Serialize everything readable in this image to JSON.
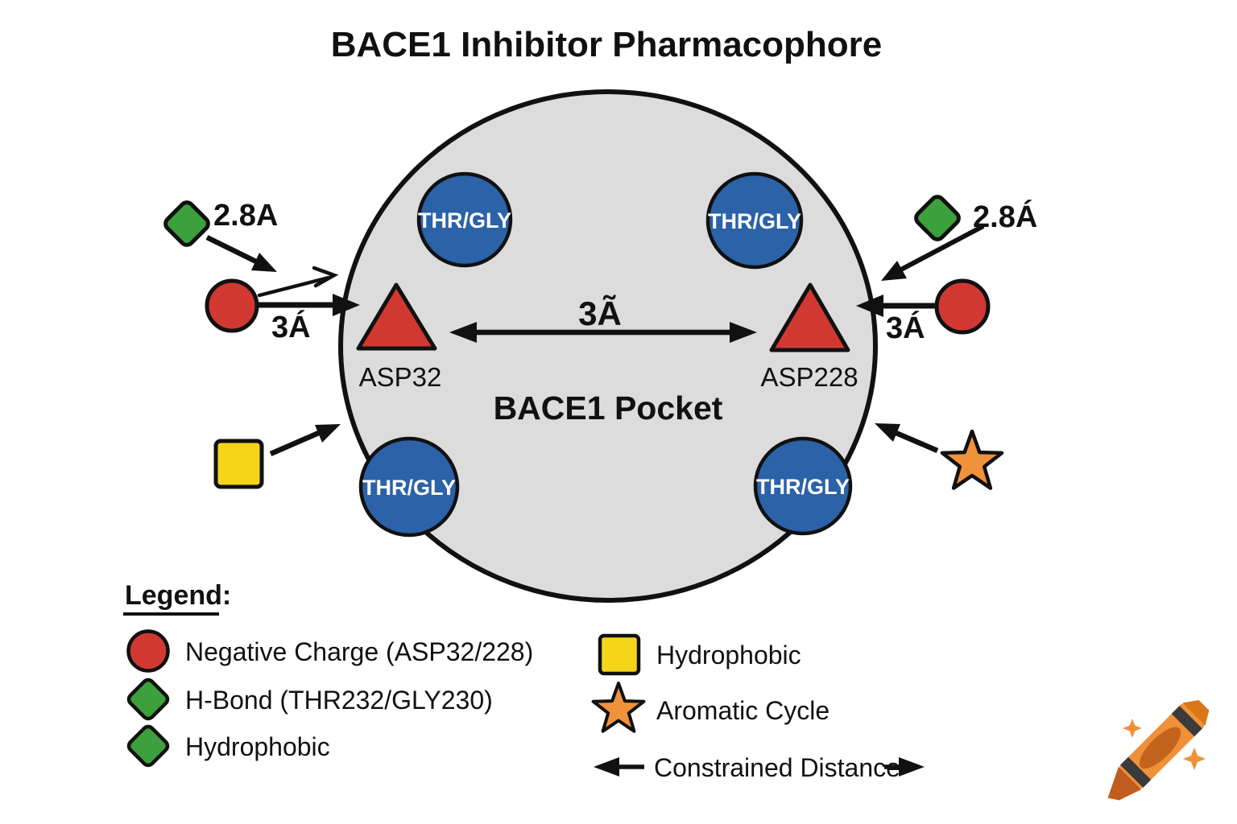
{
  "title": "BACE1 Inhibitor Pharmacophore",
  "pocket": {
    "label": "BACE1 Pocket",
    "residue_circles": [
      {
        "position": "top-left",
        "label": "THR/GLY"
      },
      {
        "position": "top-right",
        "label": "THR/GLY"
      },
      {
        "position": "bottom-left",
        "label": "THR/GLY"
      },
      {
        "position": "bottom-right",
        "label": "THR/GLY"
      }
    ],
    "negative_features": [
      {
        "label": "ASP32"
      },
      {
        "label": "ASP228"
      }
    ],
    "center_distance_label": "3Ã"
  },
  "measurements": {
    "left_hbond_distance": "2.8A",
    "right_hbond_distance": "2.8Á",
    "left_charge_distance": "3Á",
    "right_charge_distance": "3Á"
  },
  "legend": {
    "heading": "Legend:",
    "items": [
      {
        "symbol": "red-circle",
        "label": "Negative Charge (ASP32/228)"
      },
      {
        "symbol": "green-diamond",
        "label": "H-Bond (THR232/GLY230)"
      },
      {
        "symbol": "green-diamond",
        "label": "Hydrophobic"
      },
      {
        "symbol": "yellow-square",
        "label": "Hydrophobic"
      },
      {
        "symbol": "orange-star",
        "label": "Aromatic Cycle"
      },
      {
        "symbol": "double-arrow",
        "label": "Constrained Distance"
      }
    ]
  },
  "colors": {
    "negative_charge_red": "#d23832",
    "h_bond_green": "#3ca03c",
    "residue_blue": "#2b62a8",
    "hydrophobic_yellow": "#f5d51a",
    "aromatic_orange": "#f0923b",
    "pocket_gray": "#dcdcdc",
    "outline_black": "#111111",
    "background": "#ffffff"
  }
}
